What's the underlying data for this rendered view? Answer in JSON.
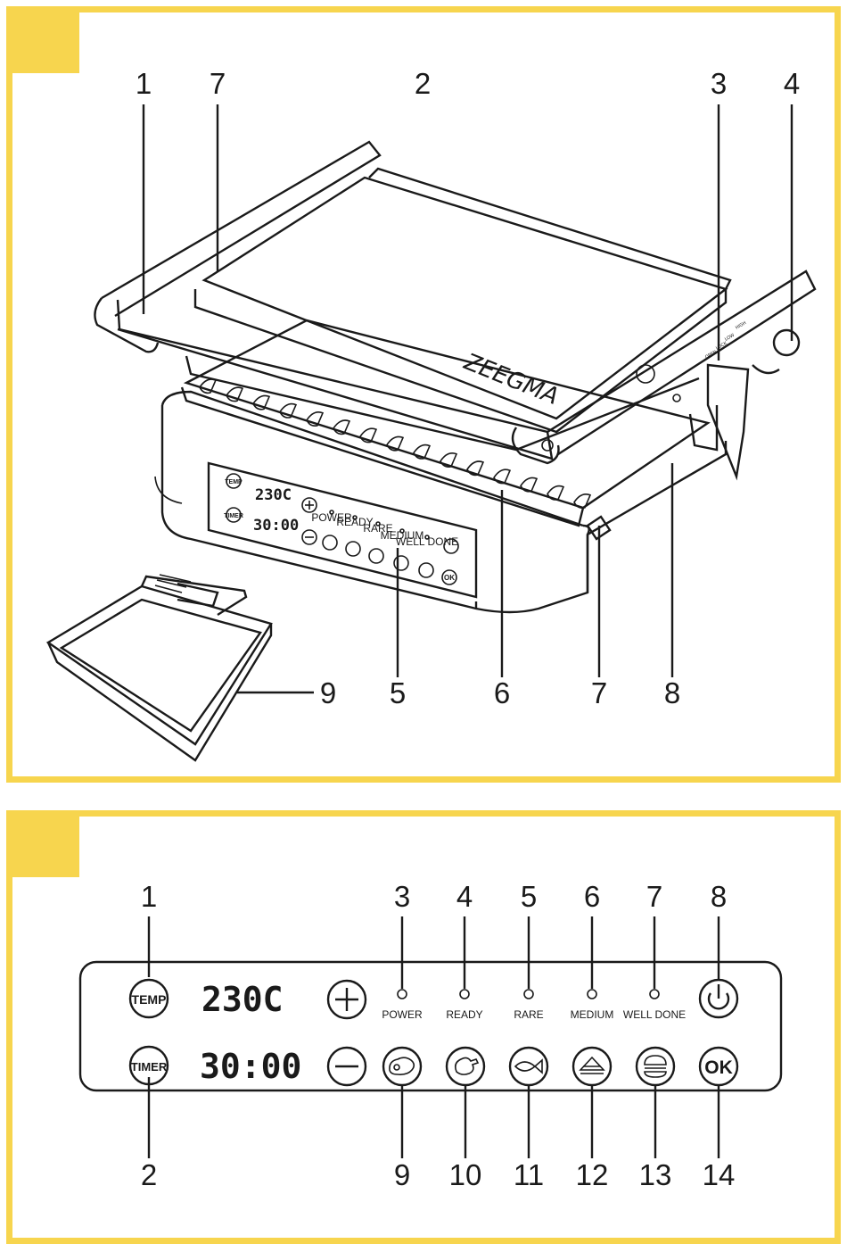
{
  "figure_1": {
    "brand": "ZEEGMA",
    "display_temp": "230C",
    "display_time": "30:00",
    "panel_labels": [
      "POWER",
      "READY",
      "RARE",
      "MEDIUM",
      "WELL DONE"
    ],
    "button_labels": [
      "TEMP",
      "TIMER",
      "OK"
    ],
    "lock_labels": [
      "HIGH",
      "LOW",
      "LOCK",
      "OPEN"
    ],
    "callouts_top": [
      "1",
      "7",
      "2",
      "3",
      "4"
    ],
    "callouts_bottom": [
      "9",
      "5",
      "6",
      "7",
      "8"
    ]
  },
  "figure_2": {
    "buttons": {
      "temp": "TEMP",
      "timer": "TIMER",
      "ok": "OK"
    },
    "display_temp": "230C",
    "display_time": "30:00",
    "leds": [
      "POWER",
      "READY",
      "RARE",
      "MEDIUM",
      "WELL DONE"
    ],
    "callouts_top": [
      "1",
      "3",
      "4",
      "5",
      "6",
      "7",
      "8"
    ],
    "callouts_bottom": [
      "2",
      "9",
      "10",
      "11",
      "12",
      "13",
      "14"
    ]
  },
  "colors": {
    "accent": "#f7d54e",
    "ink": "#1a1a1a",
    "background": "#ffffff"
  },
  "icons": [
    "plus-icon",
    "minus-icon",
    "power-icon",
    "steak-icon",
    "chicken-icon",
    "fish-icon",
    "sandwich-icon",
    "burger-icon"
  ]
}
